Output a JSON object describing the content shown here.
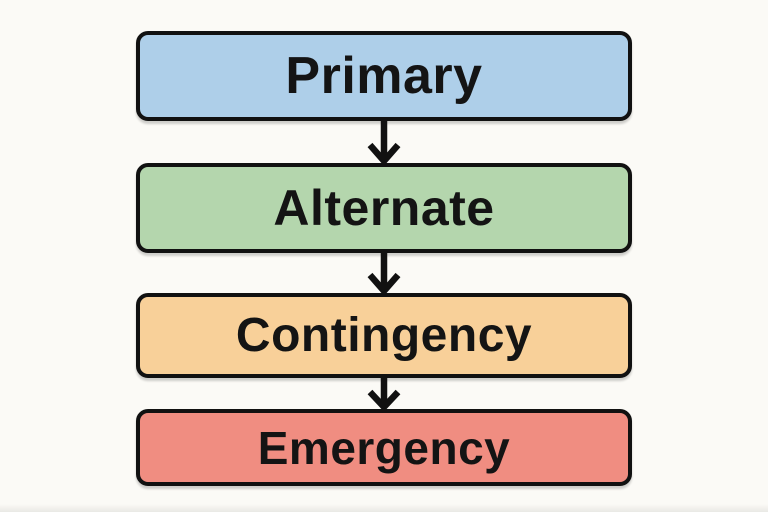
{
  "canvas": {
    "background": "#fbfaf6"
  },
  "diagram": {
    "type": "flowchart",
    "direction": "top-down",
    "border_color": "#111111",
    "text_color": "#141414",
    "arrow_color": "#111111",
    "nodes": [
      {
        "id": "primary",
        "label": "Primary",
        "fill": "#aecfe9"
      },
      {
        "id": "alternate",
        "label": "Alternate",
        "fill": "#b4d6ad"
      },
      {
        "id": "contingency",
        "label": "Contingency",
        "fill": "#f8d099"
      },
      {
        "id": "emergency",
        "label": "Emergency",
        "fill": "#f08d81"
      }
    ],
    "edges": [
      {
        "from": "primary",
        "to": "alternate"
      },
      {
        "from": "alternate",
        "to": "contingency"
      },
      {
        "from": "contingency",
        "to": "emergency"
      }
    ]
  }
}
